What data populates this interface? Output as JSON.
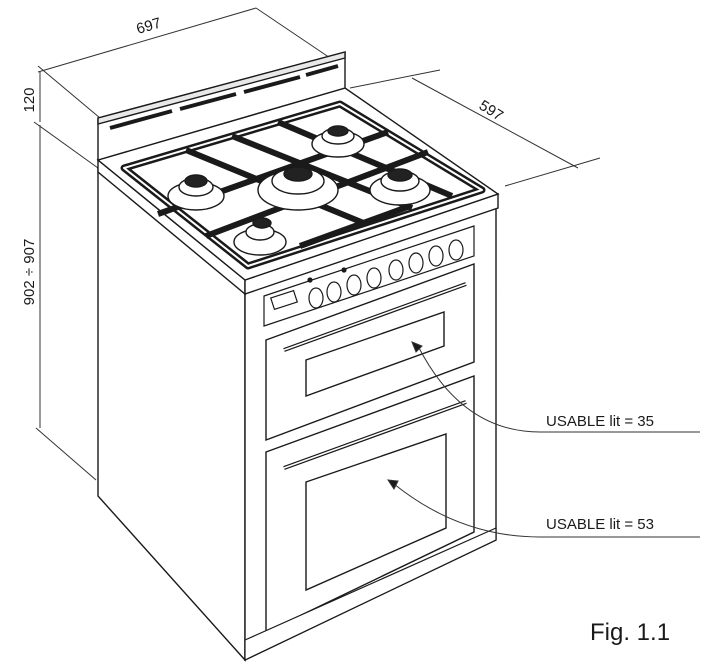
{
  "dimensions": {
    "width": "697",
    "depth": "597",
    "backguard_height": "120",
    "height_range": "902 ÷ 907"
  },
  "callouts": {
    "upper_oven": "USABLE lit = 35",
    "lower_oven": "USABLE lit = 53"
  },
  "figure_label": "Fig. 1.1"
}
